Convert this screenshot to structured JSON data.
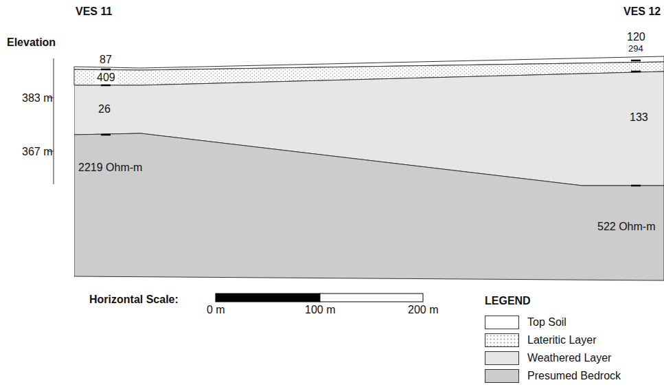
{
  "diagram": {
    "nodes": [
      {
        "text": [
          "26",
          "133"
        ]
      },
      {
        "text": [
          "2219 Ohm-m",
          "522 Ohm-m"
        ]
      }
    ],
    "labels": [
      "VES 11",
      "VES 12",
      "Elevation",
      "383 m",
      "367 m",
      "87",
      "409",
      "120",
      "294",
      "Horizontal Scale:",
      "0 m",
      "100 m",
      "200 m",
      "LEGEND"
    ],
    "legend": [
      {
        "text": "Top Soil",
        "color": "#ffffff"
      },
      {
        "text": "Lateritic Layer"
      },
      {
        "text": "Weathered Layer",
        "color": "#e6e6e6"
      },
      {
        "text": "Presumed Bedrock",
        "color": "#cccccc"
      }
    ]
  }
}
